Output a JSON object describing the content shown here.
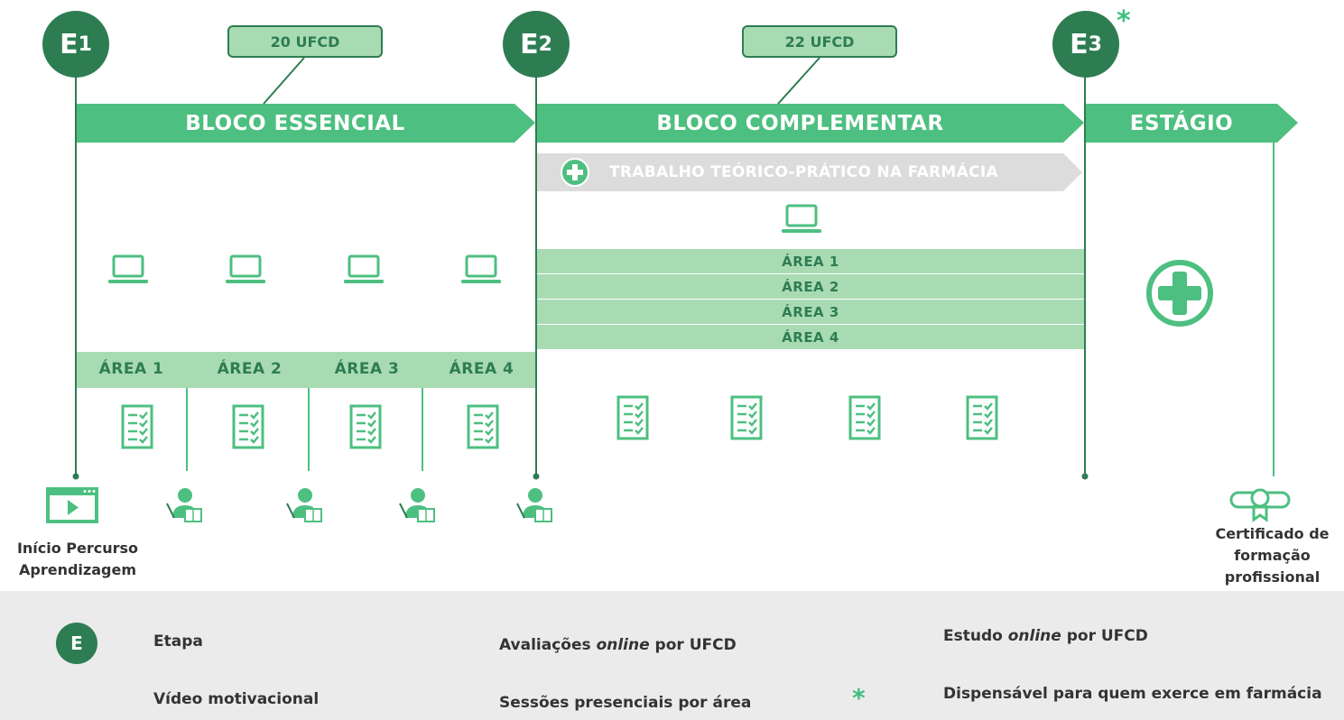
{
  "etapas": [
    {
      "letter": "E",
      "num": "1"
    },
    {
      "letter": "E",
      "num": "2"
    },
    {
      "letter": "E",
      "num": "3"
    }
  ],
  "ufcd": [
    "20 UFCD",
    "22 UFCD"
  ],
  "blocks": {
    "essencial": "BLOCO ESSENCIAL",
    "complementar": "BLOCO COMPLEMENTAR",
    "estagio": "ESTÁGIO"
  },
  "trabalho": "TRABALHO TEÓRICO-PRÁTICO NA FARMÁCIA",
  "areas_essencial": [
    "ÁREA 1",
    "ÁREA 2",
    "ÁREA 3",
    "ÁREA 4"
  ],
  "areas_complementar": [
    "ÁREA 1",
    "ÁREA 2",
    "ÁREA 3",
    "ÁREA 4"
  ],
  "captions": {
    "inicio_line1": "Início Percurso",
    "inicio_line2": "Aprendizagem",
    "cert_line1": "Certificado de",
    "cert_line2": "formação",
    "cert_line3": "profissional"
  },
  "asterisk": "*",
  "legend": {
    "etapa_icon": "E",
    "etapa": "Etapa",
    "avaliacoes_pre": "Avaliações ",
    "avaliacoes_it": "online",
    "avaliacoes_post": " por UFCD",
    "estudo_pre": "Estudo ",
    "estudo_it": "online",
    "estudo_post": " por UFCD",
    "video": "Vídeo motivacional",
    "sessoes": "Sessões presenciais por área",
    "dispensavel": "Dispensável para quem exerce em farmácia"
  },
  "colors": {
    "dark_green": "#2e7d52",
    "mid_green": "#4dbf80",
    "light_green": "#a9dbb3",
    "grey": "#dcdcdc"
  }
}
